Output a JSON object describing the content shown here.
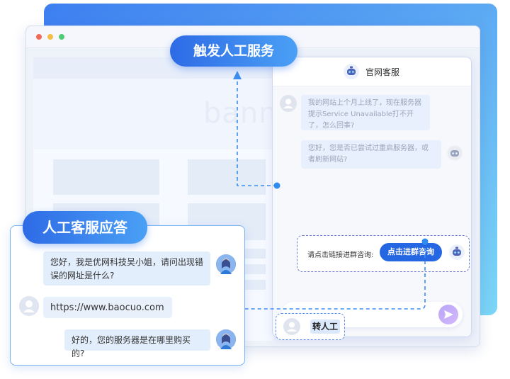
{
  "page_title": "触发人工服务",
  "support_title": "人工客服应答",
  "page": {
    "banner_text": "bann"
  },
  "chat": {
    "title": "官网客服",
    "user_message": "我的网站上个月上线了，现在服务器提示Service Unavailable打不开了，怎么回事?",
    "bot_reply": "您好，您是否已尝试过重启服务器，或者刷新网站?",
    "transfer_label": "转人工",
    "group_prompt": "请点击链接进群咨询:",
    "group_button": "点击进群咨询"
  },
  "support": {
    "messages": [
      {
        "from": "agent",
        "text": "您好，我是优网科技吴小姐，请问出现错误的网址是什么?"
      },
      {
        "from": "user",
        "text": "https://www.baocuo.com"
      },
      {
        "from": "agent",
        "text": "好的，您的服务器是在哪里购买的?"
      }
    ]
  },
  "colors": {
    "accent": "#2566e3",
    "dashed_line": "#3b8ef0",
    "traffic_red": "#f26a5a",
    "traffic_yellow": "#f5bd43",
    "traffic_green": "#4fcb73"
  }
}
